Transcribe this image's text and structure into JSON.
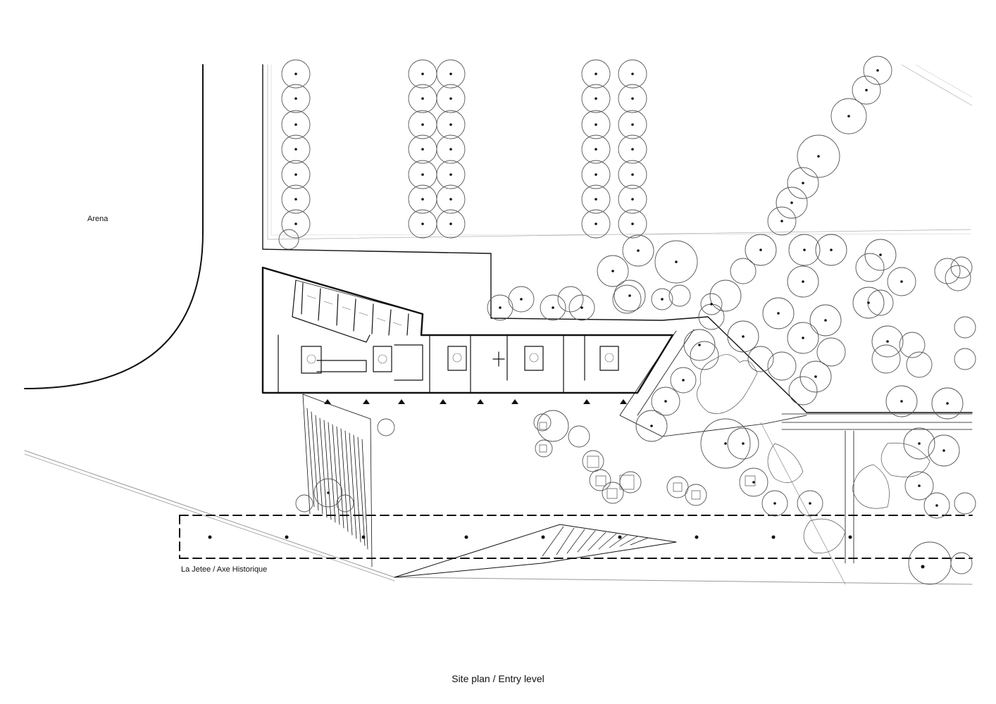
{
  "labels": {
    "arena": "Arena",
    "promenade": "La Jetee  / Axe Historique",
    "caption": "Site plan / Entry level"
  },
  "colors": {
    "background": "#ffffff",
    "line_heavy": "#111111",
    "line_light": "#999999",
    "tree_outline": "#555555"
  }
}
